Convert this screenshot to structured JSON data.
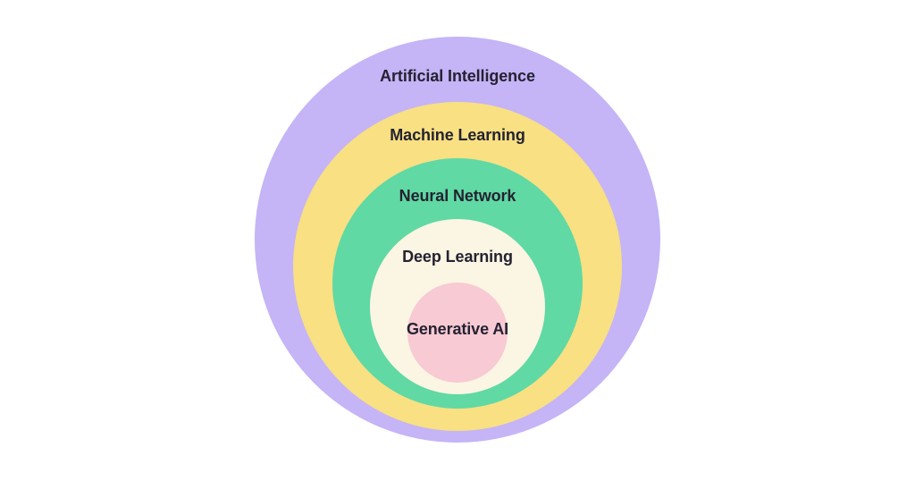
{
  "diagram": {
    "type": "nested-circles",
    "background": "#ffffff",
    "label_text_color": "#242231",
    "rings": [
      {
        "label": "Artificial Intelligence",
        "color": "#c5b4f6"
      },
      {
        "label": "Machine Learning",
        "color": "#f8e083"
      },
      {
        "label": "Neural Network",
        "color": "#60d9a4"
      },
      {
        "label": "Deep Learning",
        "color": "#fbf5e3"
      },
      {
        "label": "Generative AI",
        "color": "#f8cad3"
      }
    ]
  }
}
